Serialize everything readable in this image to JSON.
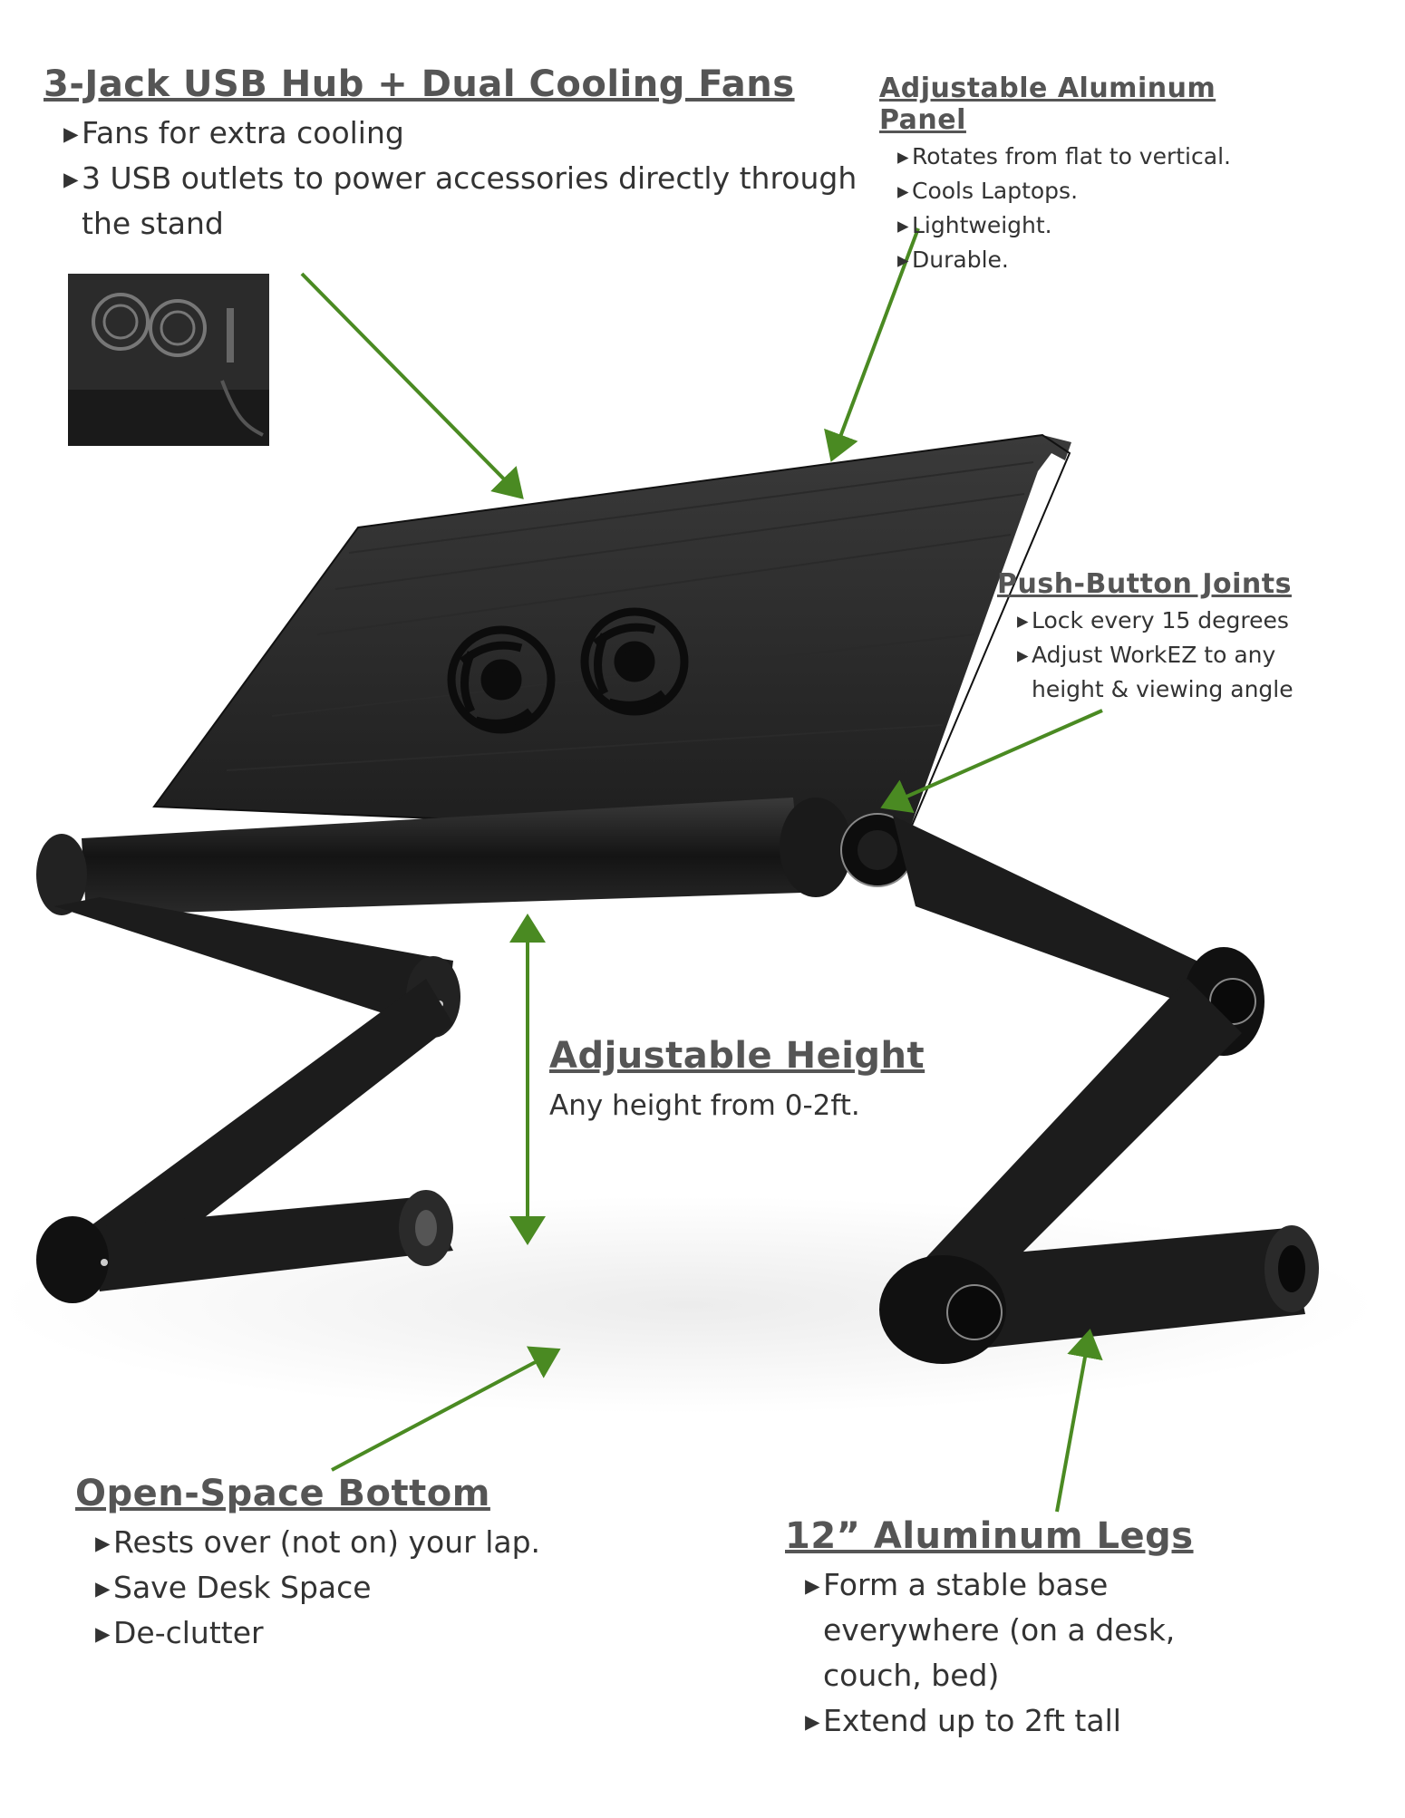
{
  "usb_hub": {
    "heading": "3-Jack USB Hub + Dual Cooling Fans",
    "items": [
      "Fans for extra cooling",
      "3 USB outlets to power accessories directly through the stand"
    ]
  },
  "aluminum_panel": {
    "heading": "Adjustable Aluminum Panel",
    "items": [
      "Rotates from flat to vertical.",
      "Cools Laptops.",
      "Lightweight.",
      "Durable."
    ]
  },
  "joints": {
    "heading": "Push-Button Joints",
    "items": [
      "Lock every 15 degrees",
      "Adjust WorkEZ to any height & viewing angle"
    ]
  },
  "height": {
    "heading": "Adjustable Height",
    "text": "Any height from 0-2ft."
  },
  "bottom": {
    "heading": "Open-Space Bottom",
    "items": [
      "Rests over (not on) your lap.",
      "Save Desk Space",
      "De-clutter"
    ]
  },
  "legs": {
    "heading": "12” Aluminum Legs",
    "items": [
      "Form a stable base everywhere (on a desk, couch, bed)",
      "Extend up to 2ft tall"
    ]
  },
  "colors": {
    "arrow": "#4a8a22",
    "stand": "#1c1c1c",
    "heading": "#555555"
  }
}
